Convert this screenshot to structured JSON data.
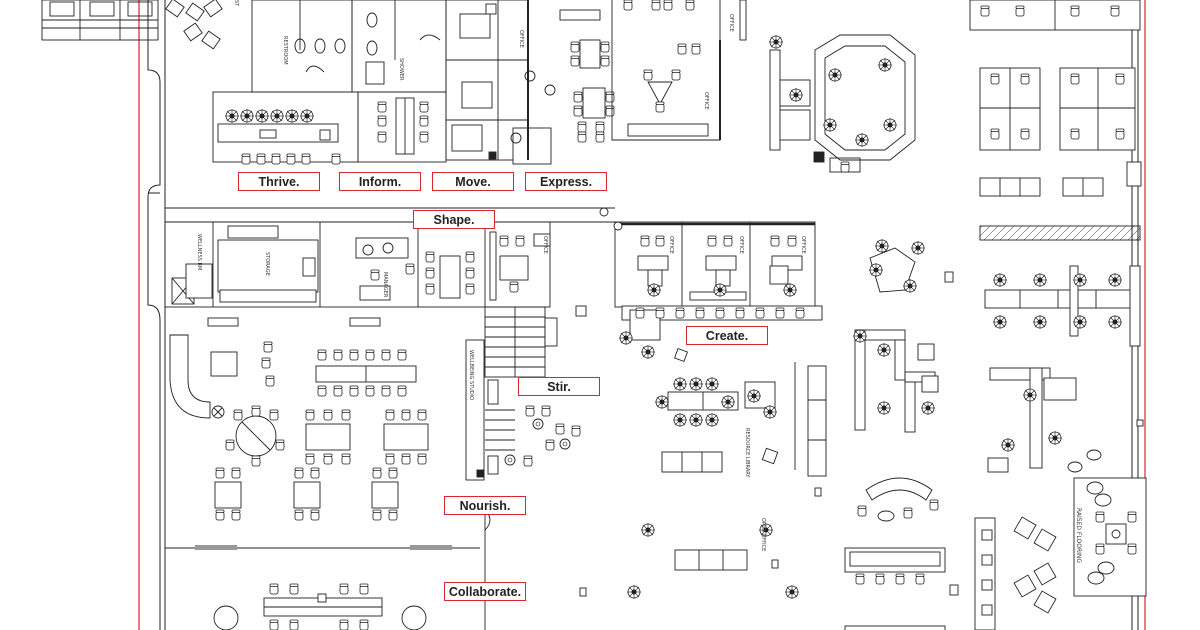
{
  "labels": {
    "thrive": "Thrive.",
    "inform": "Inform.",
    "move": "Move.",
    "express": "Express.",
    "shape": "Shape.",
    "create": "Create.",
    "stir": "Stir.",
    "nourish": "Nourish.",
    "collaborate": "Collaborate.",
    "raised_flooring": "RAISED FLOORING"
  },
  "colors": {
    "accent": "#d9262f",
    "ink": "#222222"
  }
}
